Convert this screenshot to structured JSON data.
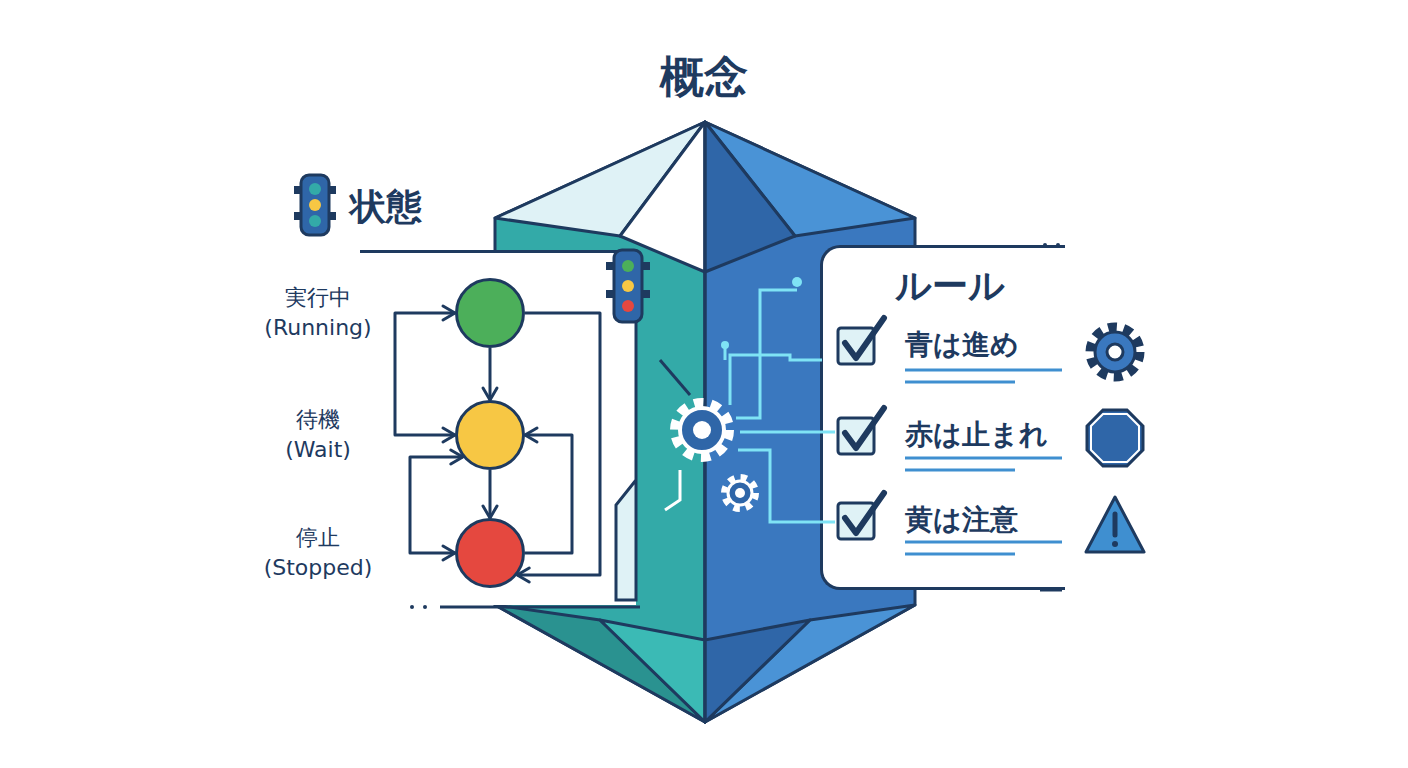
{
  "diagram": {
    "title": "概念",
    "nodes": [
      {
        "text": [
          "状態"
        ]
      },
      {
        "text": [
          "実行中 (Running)"
        ],
        "in": 0
      },
      {
        "text": [
          "待機 (Wait)"
        ],
        "in": 0
      },
      {
        "text": [
          "停止 (Stopped)"
        ],
        "in": 0
      },
      {
        "text": [
          "ルール",
          "青は進め",
          "赤は止まれ",
          "黄は注意"
        ]
      }
    ],
    "edges": [
      {
        "from": 1,
        "to": 2,
        "arrow": "to"
      },
      {
        "from": 2,
        "to": 3,
        "arrow": "to"
      },
      {
        "from": 1,
        "to": 3,
        "arrow": "to"
      },
      {
        "from": 3,
        "to": 2,
        "arrow": "to"
      },
      {
        "from": 2,
        "to": 1,
        "arrow": "both"
      },
      {
        "from": 2,
        "to": 3,
        "arrow": "both"
      }
    ]
  }
}
